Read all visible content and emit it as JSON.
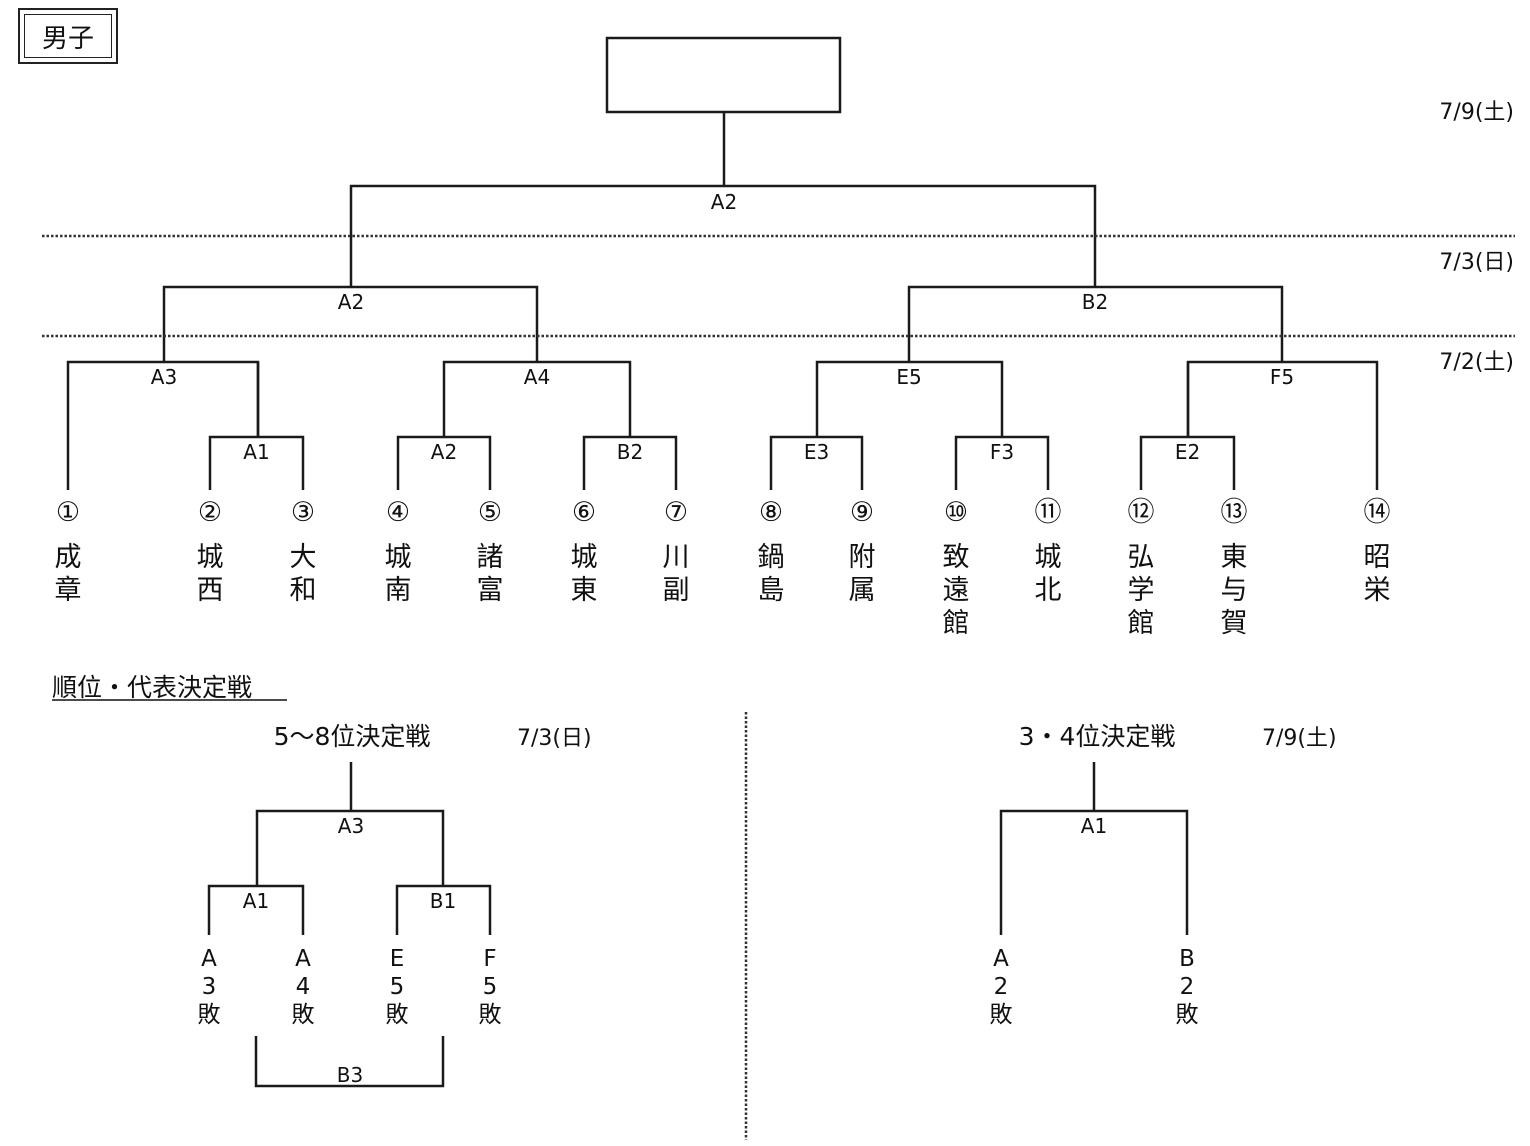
{
  "category_label": "男子",
  "main_bracket": {
    "champion_box": "",
    "dates": [
      "7/9(土)",
      "7/3(日)",
      "7/2(土)"
    ],
    "match_labels": {
      "final": "A2",
      "semi_left": "A2",
      "semi_right": "B2",
      "qf1": "A3",
      "qf2": "A4",
      "qf3": "E5",
      "qf4": "F5",
      "r1_1": "A1",
      "r1_2": "A2",
      "r1_3": "B2",
      "r1_4": "E3",
      "r1_5": "F3",
      "r1_6": "E2"
    },
    "teams": [
      {
        "seed": "①",
        "name": "成章"
      },
      {
        "seed": "②",
        "name": "城西"
      },
      {
        "seed": "③",
        "name": "大和"
      },
      {
        "seed": "④",
        "name": "城南"
      },
      {
        "seed": "⑤",
        "name": "諸富"
      },
      {
        "seed": "⑥",
        "name": "城東"
      },
      {
        "seed": "⑦",
        "name": "川副"
      },
      {
        "seed": "⑧",
        "name": "鍋島"
      },
      {
        "seed": "⑨",
        "name": "附属"
      },
      {
        "seed": "⑩",
        "name": "致遠館"
      },
      {
        "seed": "⑪",
        "name": "城北"
      },
      {
        "seed": "⑫",
        "name": "弘学館"
      },
      {
        "seed": "⑬",
        "name": "東与賀"
      },
      {
        "seed": "⑭",
        "name": "昭栄"
      }
    ]
  },
  "placement": {
    "heading": "順位・代表決定戦",
    "b58": {
      "title": "5～8位決定戦",
      "date": "7/3(日)",
      "final_label": "A3",
      "left_label": "A1",
      "right_label": "B1",
      "losers_label": "B3",
      "entries": [
        "A3敗",
        "A4敗",
        "E5敗",
        "F5敗"
      ]
    },
    "b34": {
      "title": "3・4位決定戦",
      "date": "7/9(土)",
      "label": "A1",
      "entries": [
        "A2敗",
        "B2敗"
      ]
    }
  }
}
